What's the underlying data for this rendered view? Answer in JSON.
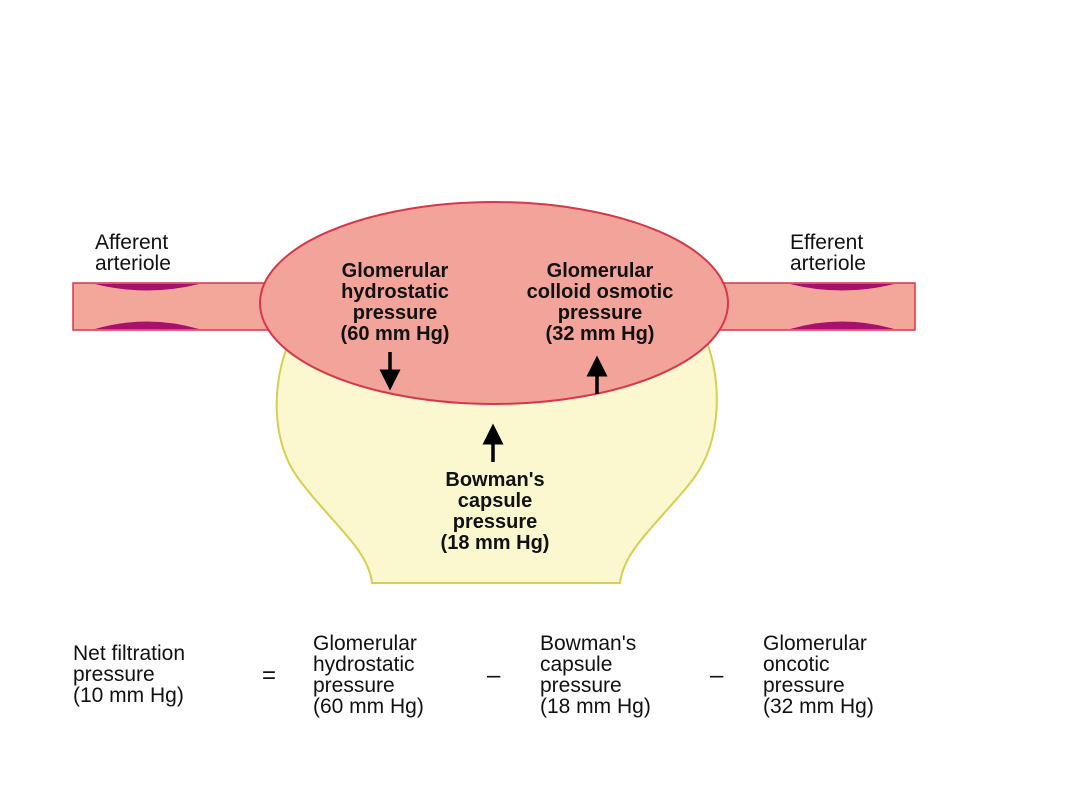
{
  "diagram": {
    "afferent": [
      "Afferent",
      "arteriole"
    ],
    "efferent": [
      "Efferent",
      "arteriole"
    ],
    "glomerular_hydrostatic": [
      "Glomerular",
      "hydrostatic",
      "pressure",
      "(60 mm Hg)"
    ],
    "glomerular_colloid": [
      "Glomerular",
      "colloid osmotic",
      "pressure",
      "(32 mm Hg)"
    ],
    "bowman": [
      "Bowman's",
      "capsule",
      "pressure",
      "(18 mm Hg)"
    ]
  },
  "equation": {
    "net": [
      "Net filtration",
      "pressure",
      "(10 mm Hg)"
    ],
    "equals": "=",
    "term1": [
      "Glomerular",
      "hydrostatic",
      "pressure",
      "(60 mm Hg)"
    ],
    "minus1": "–",
    "term2": [
      "Bowman's",
      "capsule",
      "pressure",
      "(18 mm Hg)"
    ],
    "minus2": "–",
    "term3": [
      "Glomerular",
      "oncotic",
      "pressure",
      "(32 mm Hg)"
    ]
  },
  "colors": {
    "glomerulus_fill": "#f2a49a",
    "glomerulus_stroke": "#d8364a",
    "capsule_fill": "#fbf8cf",
    "capsule_stroke": "#d6cf52",
    "arteriole_fill": "#f3a79a",
    "arteriole_wall": "#a8106d"
  }
}
